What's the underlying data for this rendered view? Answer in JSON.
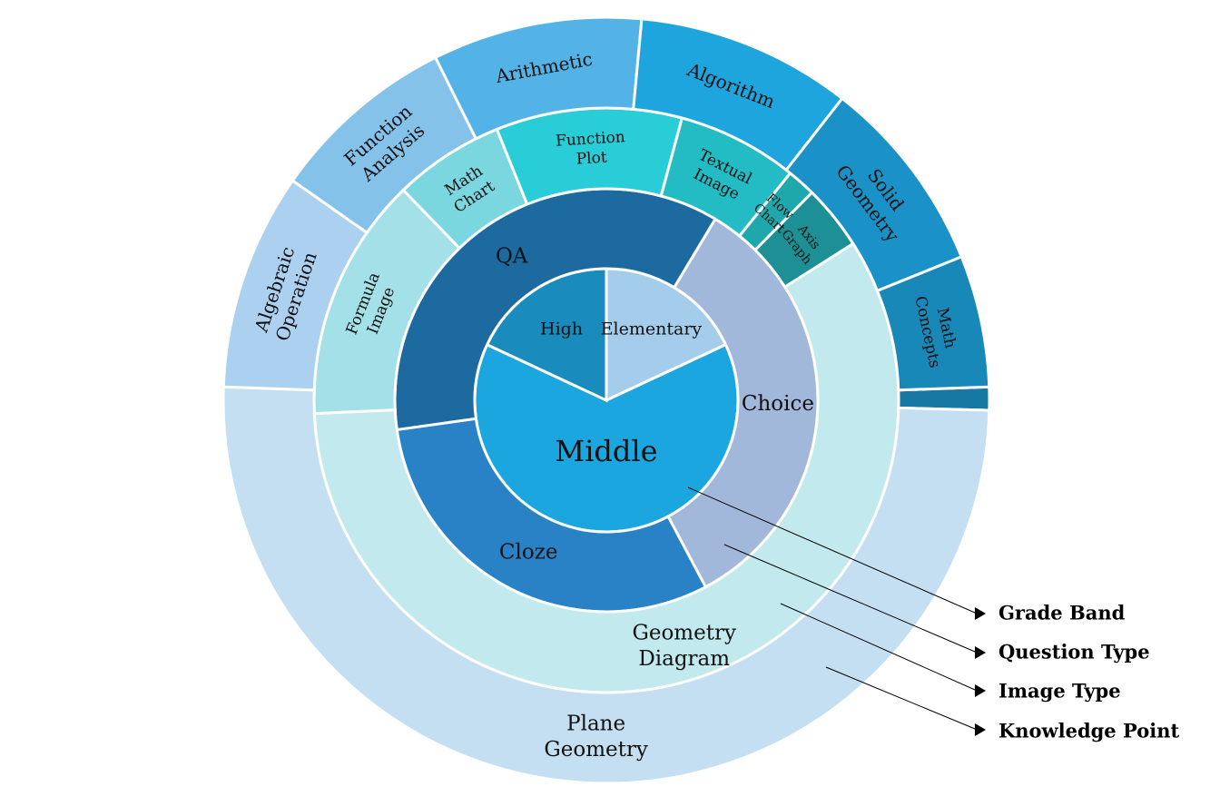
{
  "chart_data": {
    "type": "sunburst",
    "rings": [
      {
        "name": "Grade Band",
        "segments": [
          {
            "label": "Elementary",
            "start": 0,
            "end": 65,
            "color": "#a3cdea"
          },
          {
            "label": "Middle",
            "start": 65,
            "end": 295,
            "color": "#1ca6e0"
          },
          {
            "label": "High",
            "start": 295,
            "end": 360,
            "color": "#1a8bbd"
          }
        ]
      },
      {
        "name": "Question Type",
        "segments": [
          {
            "label": "Choice",
            "start": 31,
            "end": 152,
            "color": "#a2b8da"
          },
          {
            "label": "Cloze",
            "start": 152,
            "end": 262,
            "color": "#2a82c6"
          },
          {
            "label": "QA",
            "start": 262,
            "end": 391,
            "color": "#1d6aa0"
          }
        ]
      },
      {
        "name": "Image Type",
        "segments": [
          {
            "label": "Axis Graph",
            "start": 44.7,
            "end": 57.6,
            "color": "#1d9095"
          },
          {
            "label": "Geometry Diagram",
            "start": 57.6,
            "end": 267.4,
            "color": "#c2e9ed"
          },
          {
            "label": "Formula Image",
            "start": 267.4,
            "end": 316,
            "color": "#a4e0e7"
          },
          {
            "label": "Math Chart",
            "start": 316,
            "end": 338,
            "color": "#7bd7df"
          },
          {
            "label": "Function Plot",
            "start": 338,
            "end": 375,
            "color": "#28cdd7"
          },
          {
            "label": "Textual Image",
            "start": 375,
            "end": 399,
            "color": "#23bcc4"
          },
          {
            "label": "Flow Chart",
            "start": 399,
            "end": 404.7,
            "color": "#1ea8ab"
          }
        ]
      },
      {
        "name": "Knowledge Point",
        "segments": [
          {
            "label": "",
            "start": 88,
            "end": 91.5,
            "color": "#1878a4"
          },
          {
            "label": "Plane Geometry",
            "start": 91.5,
            "end": 272,
            "color": "#c4dff2"
          },
          {
            "label": "Algebraic Operation",
            "start": 272,
            "end": 305,
            "color": "#acd0ef"
          },
          {
            "label": "Function Analysis",
            "start": 305,
            "end": 333.5,
            "color": "#85c2ea"
          },
          {
            "label": "Arithmetic",
            "start": 333.5,
            "end": 365.3,
            "color": "#54b3e6"
          },
          {
            "label": "Algorithm",
            "start": 365.3,
            "end": 398,
            "color": "#1ea5dd"
          },
          {
            "label": "Solid Geometry",
            "start": 398,
            "end": 428,
            "color": "#1b92c7"
          },
          {
            "label": "Math Concepts",
            "start": 428,
            "end": 448,
            "color": "#1888b8"
          }
        ]
      }
    ],
    "legend": [
      "Grade Band",
      "Question Type",
      "Image Type",
      "Knowledge Point"
    ]
  }
}
